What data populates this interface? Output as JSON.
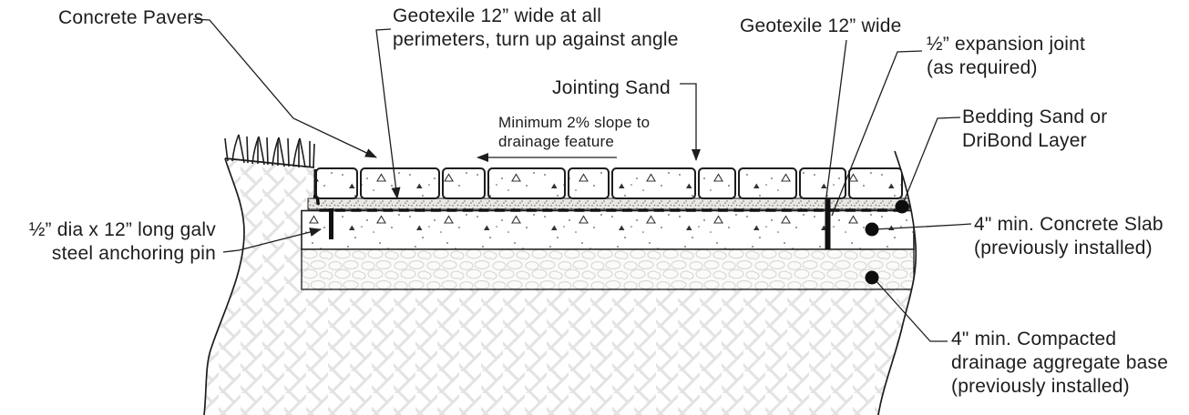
{
  "labels": {
    "concrete_pavers": "Concrete Pavers",
    "geotextile_perimeter": "Geotexile 12” wide at all\nperimeters, turn up against angle",
    "jointing_sand": "Jointing Sand",
    "slope_note": "Minimum 2% slope to\ndrainage feature",
    "geotextile_wide": "Geotexile 12” wide",
    "expansion_joint": "½” expansion joint\n(as required)",
    "bedding_sand": "Bedding Sand or\nDriBond Layer",
    "concrete_slab": "4\" min. Concrete Slab\n(previously installed)",
    "aggregate_base": "4\" min. Compacted\ndrainage aggregate base\n(previously installed)",
    "anchoring_pin": "½” dia x 12” long galv\nsteel anchoring pin"
  },
  "colors": {
    "line": "#1d1d1d",
    "black_fill": "#111111",
    "background": "#ffffff",
    "sand_fill": "#e9e7e3",
    "soil_hatch": "#e3e3e3"
  }
}
